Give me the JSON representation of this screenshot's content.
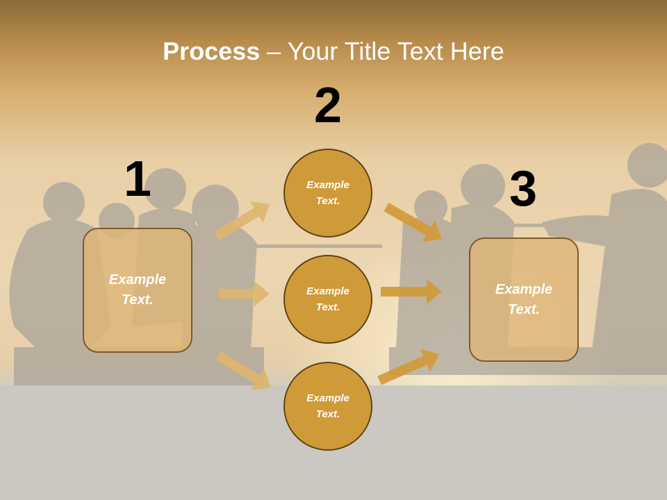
{
  "title": {
    "bold": "Process",
    "rest": " – Your Title Text Here"
  },
  "steps": [
    {
      "number": "1",
      "box": {
        "line1": "Example",
        "line2": "Text."
      }
    },
    {
      "number": "2",
      "circles": [
        {
          "line1": "Example",
          "line2": "Text."
        },
        {
          "line1": "Example",
          "line2": "Text."
        },
        {
          "line1": "Example",
          "line2": "Text."
        }
      ]
    },
    {
      "number": "3",
      "box": {
        "line1": "Example",
        "line2": "Text."
      }
    }
  ],
  "colors": {
    "title_band": "#b48645",
    "box_fill": "#deb478",
    "circle_fill": "#cf9a38",
    "arrow_light": "#ddb56e",
    "arrow_dark": "#d19a38",
    "ground": "#cbc8c2"
  }
}
